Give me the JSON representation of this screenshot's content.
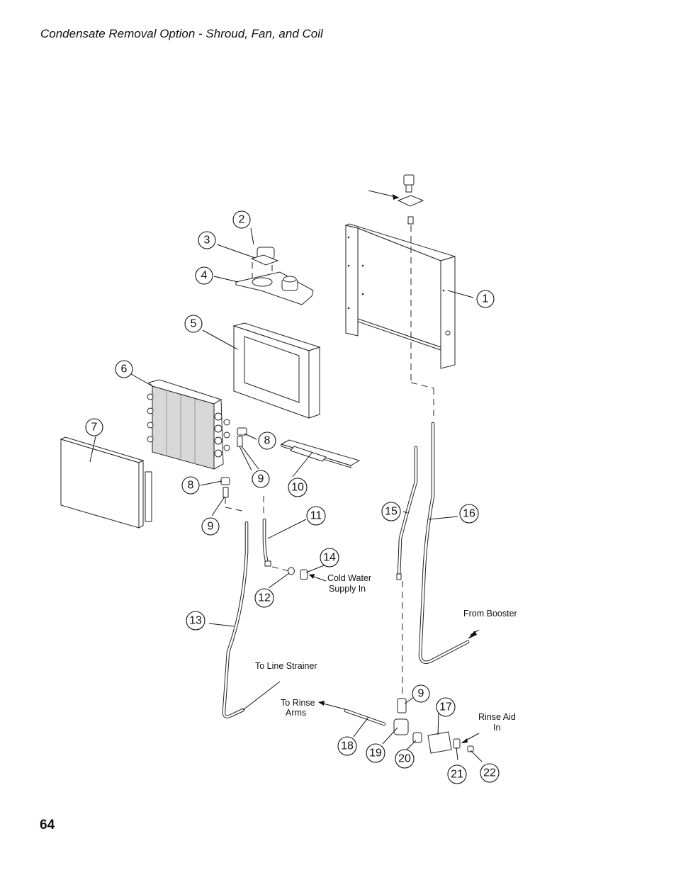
{
  "header": {
    "title": "Condensate Removal Option - Shroud, Fan, and Coil"
  },
  "footer": {
    "page_number": "64"
  },
  "callouts": [
    {
      "id": "1",
      "label": "1"
    },
    {
      "id": "2",
      "label": "2"
    },
    {
      "id": "3",
      "label": "3"
    },
    {
      "id": "4",
      "label": "4"
    },
    {
      "id": "5",
      "label": "5"
    },
    {
      "id": "6",
      "label": "6"
    },
    {
      "id": "7",
      "label": "7"
    },
    {
      "id": "8a",
      "label": "8"
    },
    {
      "id": "8b",
      "label": "8"
    },
    {
      "id": "9a",
      "label": "9"
    },
    {
      "id": "9b",
      "label": "9"
    },
    {
      "id": "9c",
      "label": "9"
    },
    {
      "id": "10",
      "label": "10"
    },
    {
      "id": "11",
      "label": "11"
    },
    {
      "id": "12",
      "label": "12"
    },
    {
      "id": "13",
      "label": "13"
    },
    {
      "id": "14",
      "label": "14"
    },
    {
      "id": "15",
      "label": "15"
    },
    {
      "id": "16",
      "label": "16"
    },
    {
      "id": "17",
      "label": "17"
    },
    {
      "id": "18",
      "label": "18"
    },
    {
      "id": "19",
      "label": "19"
    },
    {
      "id": "20",
      "label": "20"
    },
    {
      "id": "21",
      "label": "21"
    },
    {
      "id": "22",
      "label": "22"
    }
  ],
  "notes": {
    "cold_water_line1": "Cold Water",
    "cold_water_line2": "Supply In",
    "from_booster": "From Booster",
    "to_line_strainer": "To Line Strainer",
    "to_rinse_line1": "To Rinse",
    "to_rinse_line2": "Arms",
    "rinse_aid_line1": "Rinse Aid",
    "rinse_aid_line2": "In"
  }
}
